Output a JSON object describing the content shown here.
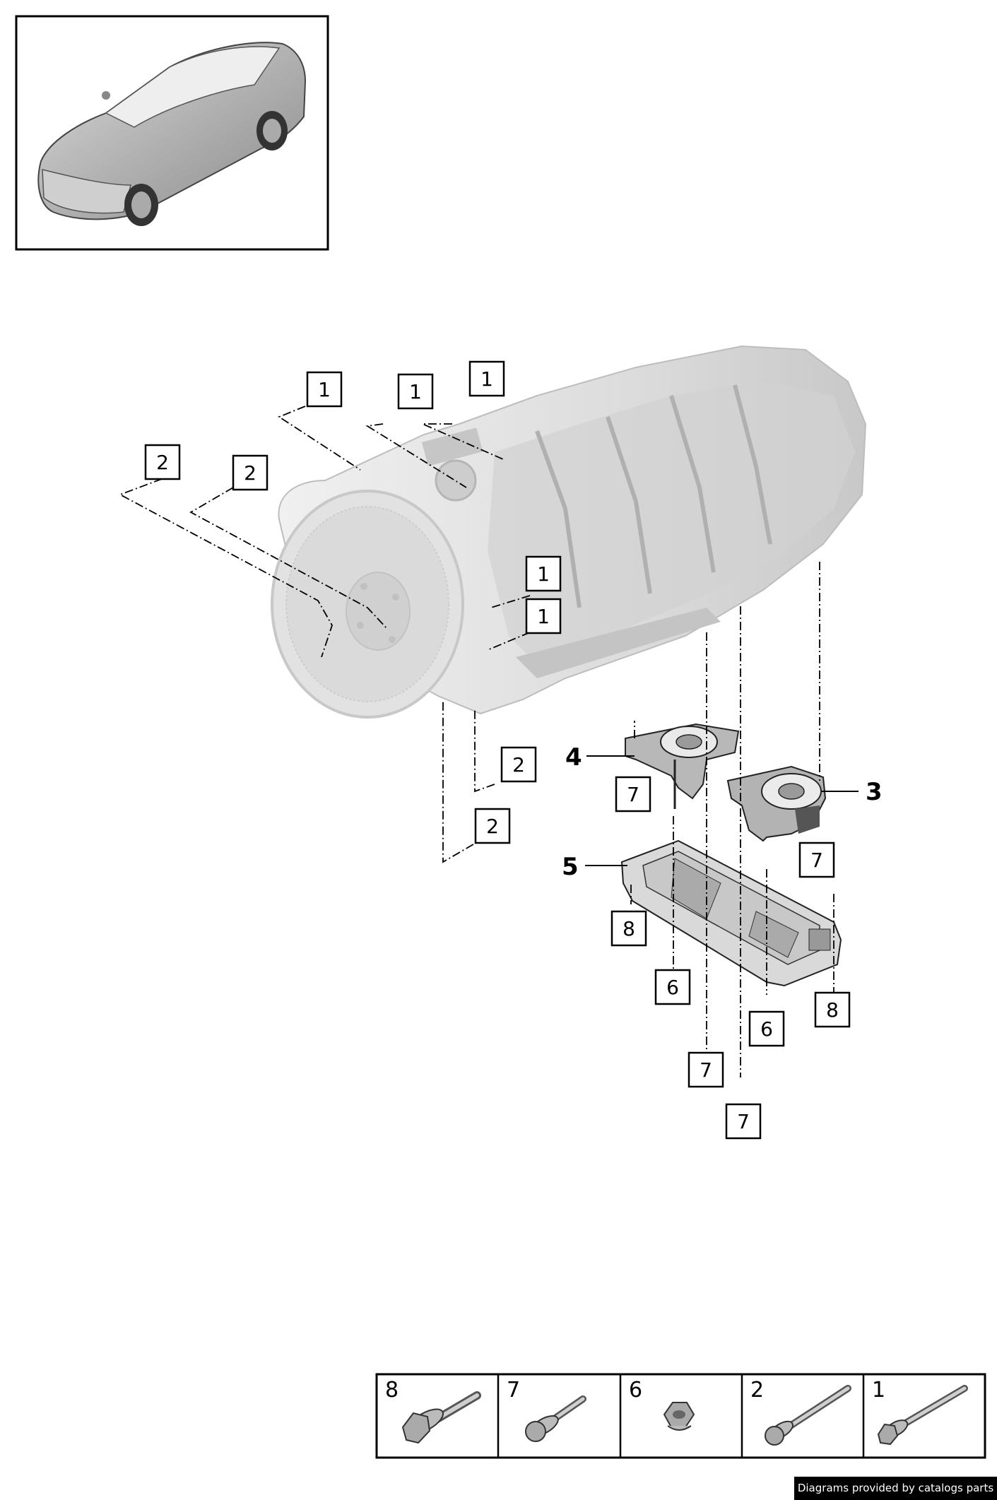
{
  "callouts": {
    "c1a": "1",
    "c1b": "1",
    "c1c": "1",
    "c1d": "1",
    "c1e": "1",
    "c2a": "2",
    "c2b": "2",
    "c2c": "2",
    "c2d": "2",
    "c7a": "7",
    "c7b": "7",
    "c7c": "7",
    "c7d": "7",
    "c8a": "8",
    "c8b": "8",
    "c6a": "6",
    "c6b": "6"
  },
  "labels": {
    "l3": "3",
    "l4": "4",
    "l5": "5"
  },
  "legend": {
    "n8": "8",
    "n7": "7",
    "n6": "6",
    "n2": "2",
    "n1": "1"
  },
  "footer": {
    "credit": "Diagrams provided by catalogs parts"
  },
  "icons": [
    "car-thumbnail",
    "transmission",
    "mount",
    "subframe-bracket",
    "bolt",
    "nut"
  ],
  "colors": {
    "line": "#000000",
    "part_fill": "#e6e6e6",
    "part_shade": "#bdbdbd",
    "mount_fill": "#b3b3b3"
  }
}
